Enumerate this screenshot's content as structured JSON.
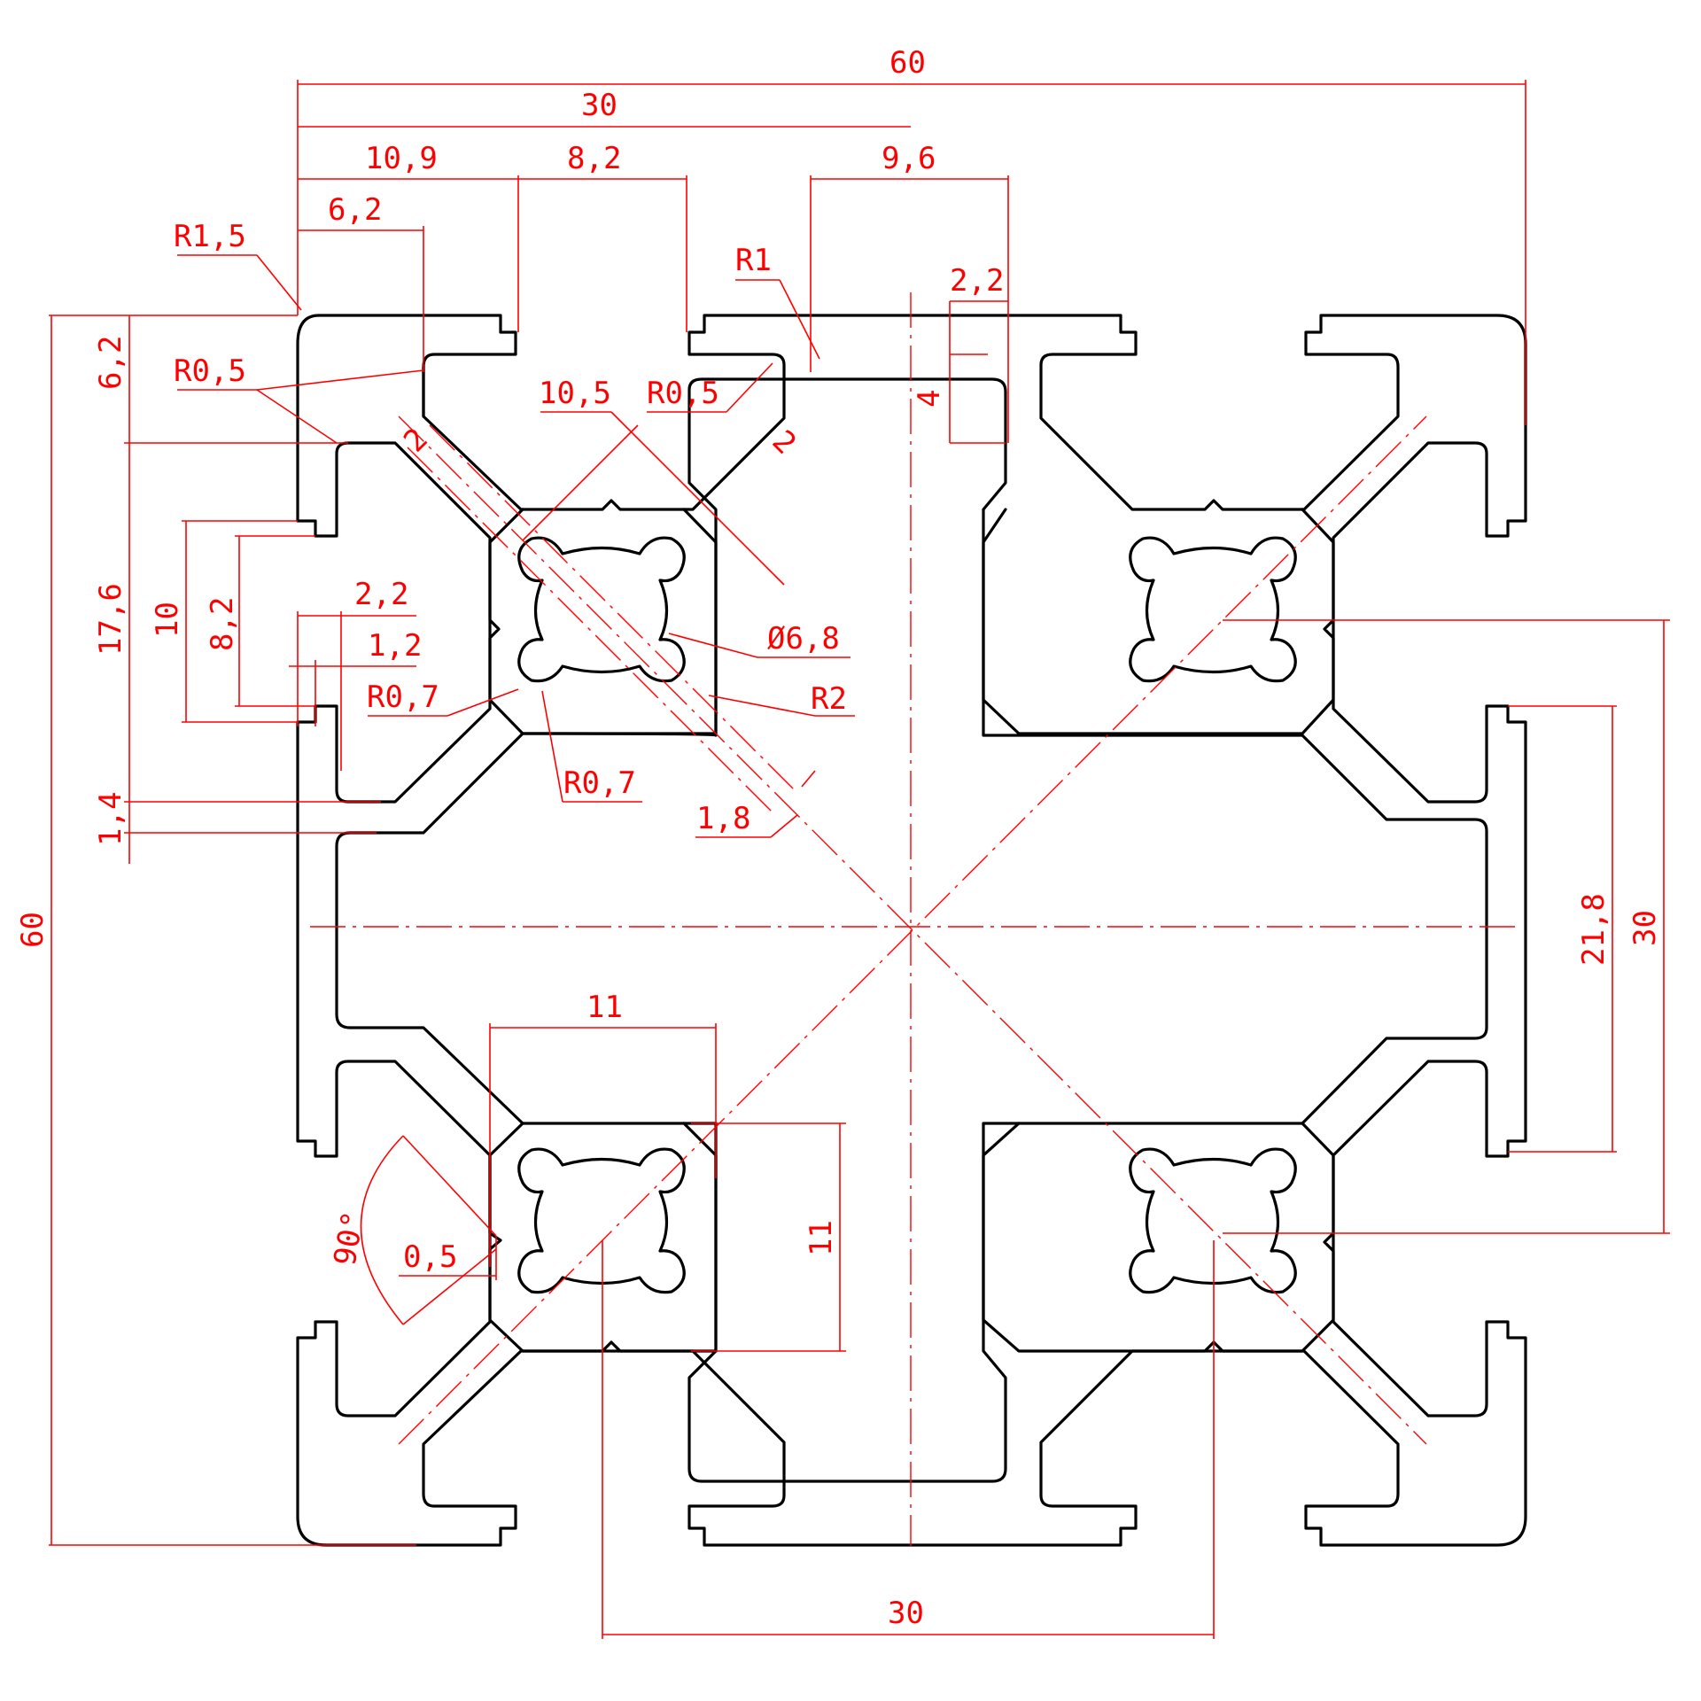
{
  "colors": {
    "profile": "#000000",
    "dimension": "#ff0000",
    "background": "#ffffff"
  },
  "dimensions": {
    "overall_width": "60",
    "half_width_top": "30",
    "left_to_slot": "10,9",
    "slot_opening_top": "8,2",
    "slot_right_top": "9,6",
    "lip_width_top": "6,2",
    "lip_depth_2_2_top": "2,2",
    "depth_4": "4",
    "radius_corner": "R1,5",
    "radius_top_r1": "R1",
    "radius_r0_5_left": "R0,5",
    "radius_r0_5_top": "R0,5",
    "dim_10_5": "10,5",
    "dim_2_a": "2",
    "dim_2_b": "2",
    "left_6_2": "6,2",
    "left_17_6": "17,6",
    "left_10": "10",
    "left_8_2": "8,2",
    "left_2_2": "2,2",
    "left_1_2": "1,2",
    "left_1_4": "1,4",
    "radius_r0_7_a": "R0,7",
    "radius_r0_7_b": "R0,7",
    "bore_diameter": "Ø6,8",
    "radius_r2": "R2",
    "web_1_8": "1,8",
    "overall_height": "60",
    "right_21_8": "21,8",
    "right_30": "30",
    "bottom_11_horizontal": "11",
    "bottom_11_vertical": "11",
    "angle_90": "90°",
    "offset_0_5": "0,5",
    "bottom_30": "30"
  }
}
